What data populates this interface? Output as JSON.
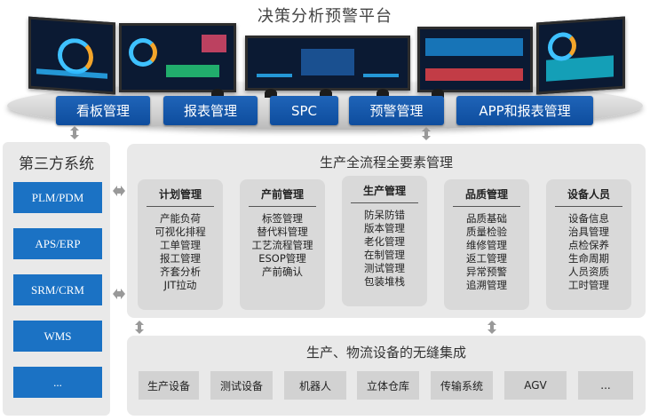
{
  "header": {
    "title": "决策分析预警平台",
    "tabs": [
      "看板管理",
      "报表管理",
      "SPC",
      "预警管理",
      "APP和报表管理"
    ]
  },
  "third_party": {
    "title": "第三方系统",
    "items": [
      "PLM/PDM",
      "APS/ERP",
      "SRM/CRM",
      "WMS",
      "..."
    ]
  },
  "flow": {
    "title": "生产全流程全要素管理",
    "cards": [
      {
        "title": "计划管理",
        "items": [
          "产能负荷",
          "可视化排程",
          "工单管理",
          "报工管理",
          "齐套分析",
          "JIT拉动"
        ]
      },
      {
        "title": "产前管理",
        "items": [
          "标签管理",
          "替代料管理",
          "工艺流程管理",
          "ESOP管理",
          "产前确认"
        ]
      },
      {
        "title": "生产管理",
        "items": [
          "防呆防错",
          "版本管理",
          "老化管理",
          "在制管理",
          "测试管理",
          "包装堆栈"
        ]
      },
      {
        "title": "品质管理",
        "items": [
          "品质基础",
          "质量检验",
          "维修管理",
          "返工管理",
          "异常预警",
          "追溯管理"
        ]
      },
      {
        "title": "设备人员",
        "items": [
          "设备信息",
          "治具管理",
          "点检保养",
          "生命周期",
          "人员资质",
          "工时管理"
        ]
      }
    ]
  },
  "equipment": {
    "title": "生产、物流设备的无缝集成",
    "items": [
      "生产设备",
      "测试设备",
      "机器人",
      "立体仓库",
      "传输系统",
      "AGV",
      "..."
    ]
  },
  "colors": {
    "tab_blue": "#1f64b8",
    "button_blue": "#1b72c4",
    "panel_gray": "#e9e9e9",
    "card_gray": "#d9d9d9"
  }
}
